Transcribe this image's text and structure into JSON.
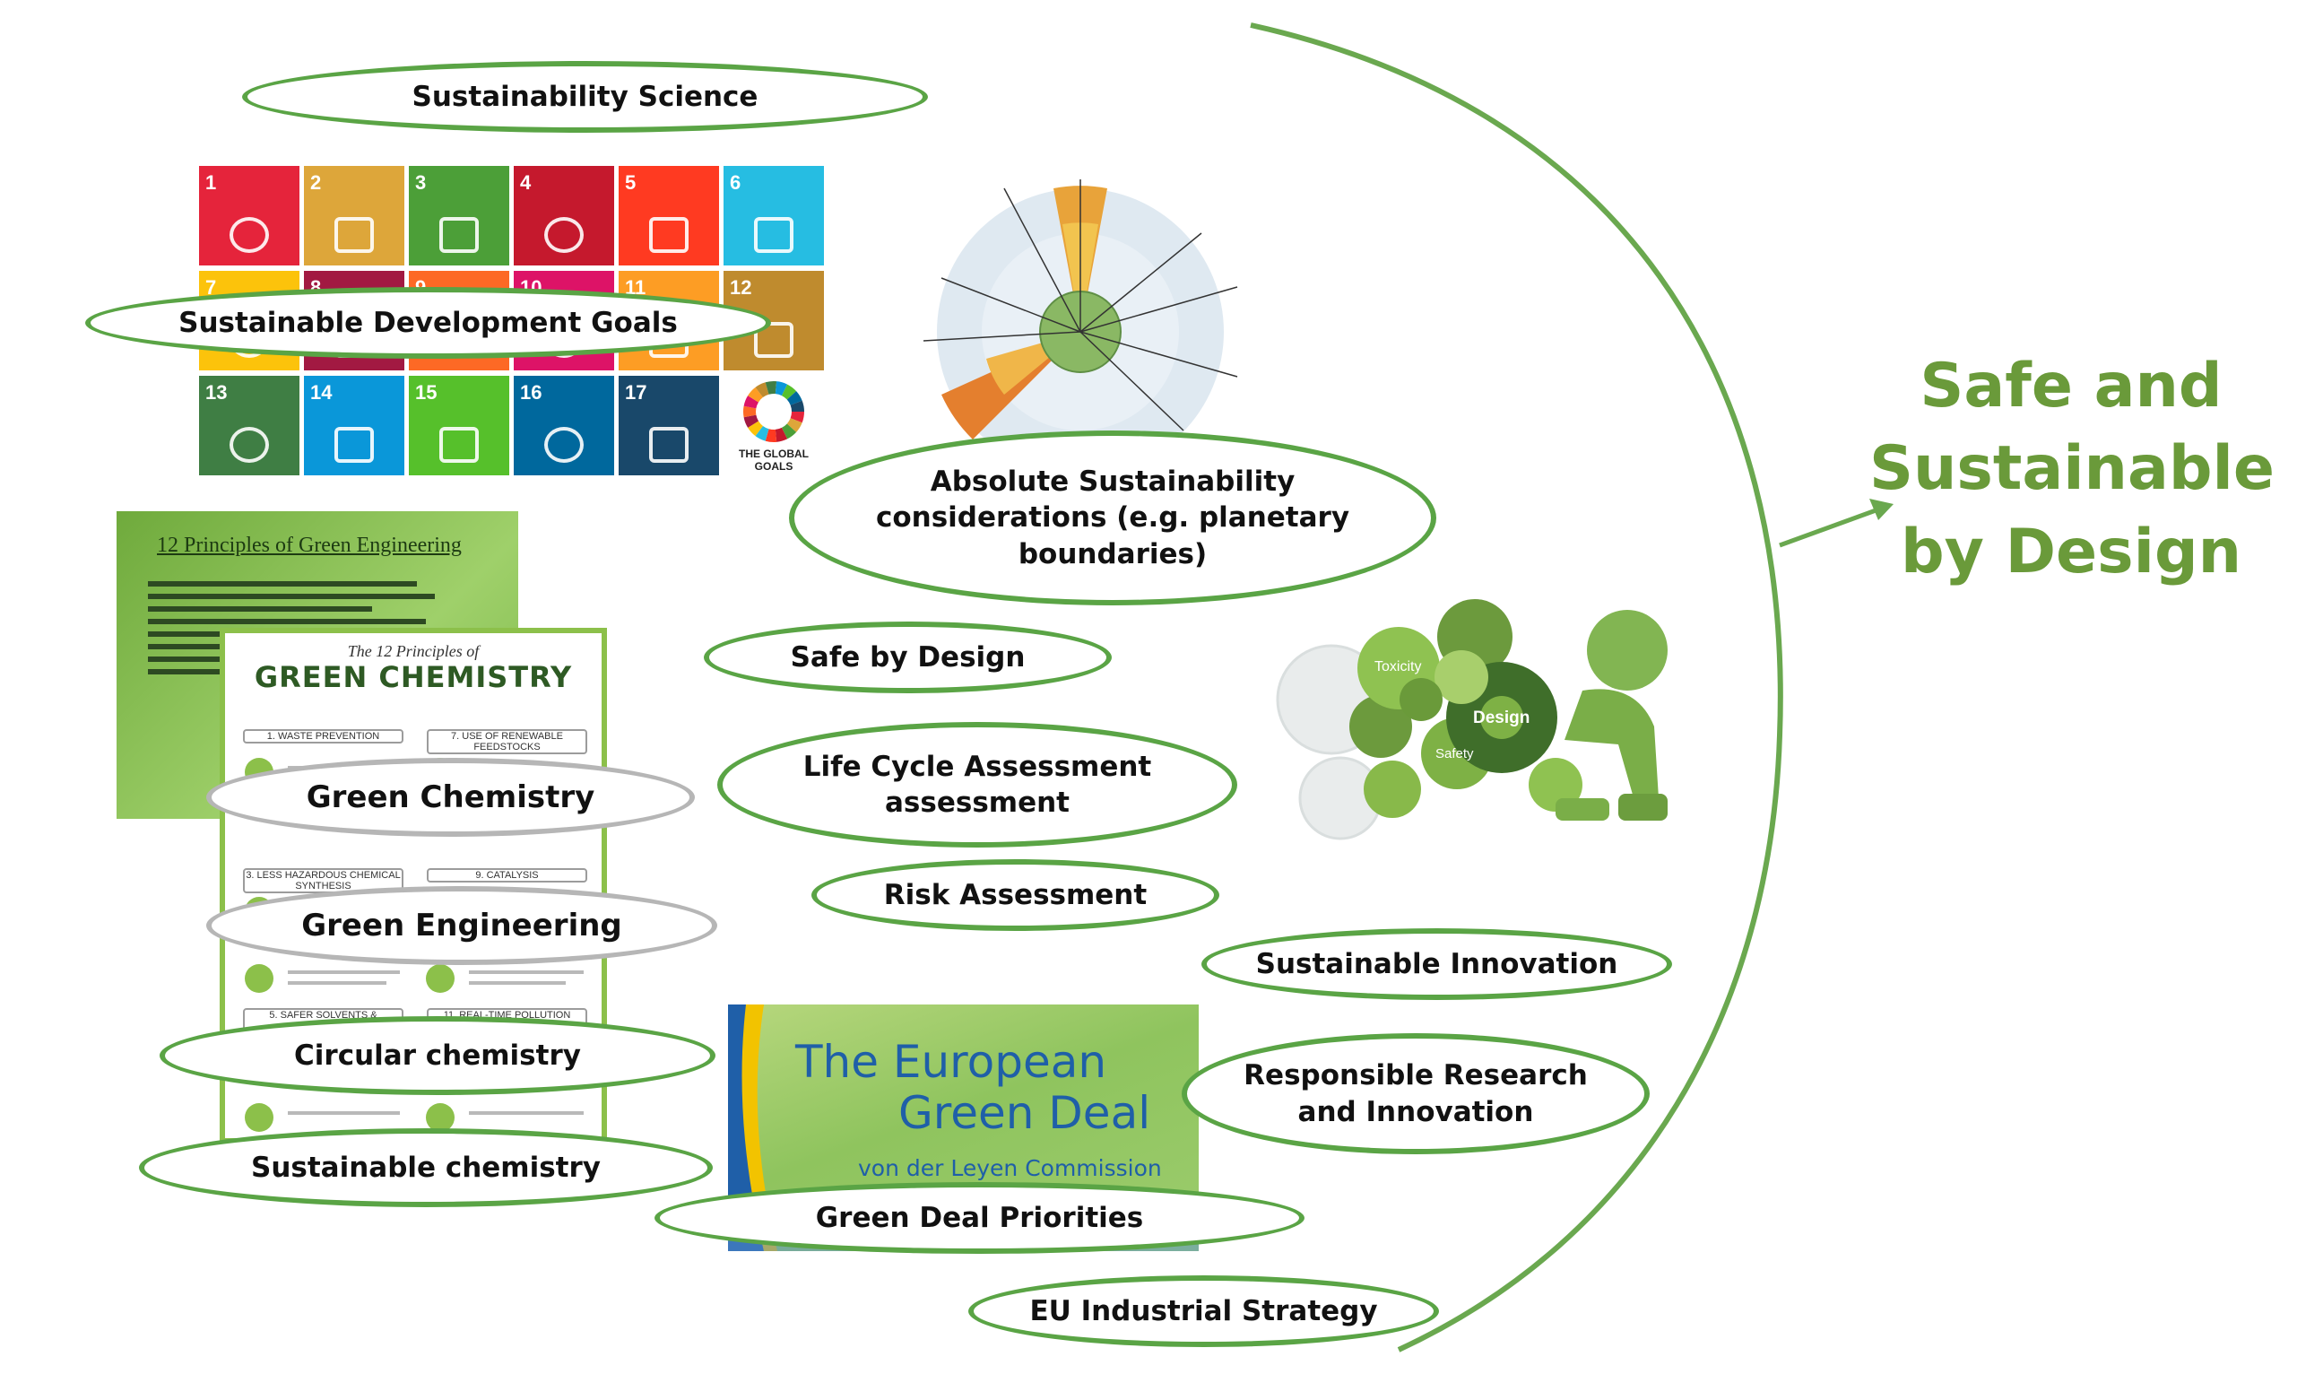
{
  "title": {
    "line1": "Safe and",
    "line2": "Sustainable",
    "line3": "by Design"
  },
  "ovals": {
    "sustainability_science": "Sustainability Science",
    "sdg": "Sustainable Development Goals",
    "absolute_sustainability": {
      "line1": "Absolute Sustainability",
      "line2": "considerations (e.g. planetary",
      "line3": "boundaries)"
    },
    "safe_by_design": "Safe by Design",
    "lca": {
      "line1": "Life Cycle Assessment",
      "line2": "assessment"
    },
    "risk_assessment": "Risk Assessment",
    "green_chemistry": "Green Chemistry",
    "green_engineering": "Green Engineering",
    "circular_chemistry": "Circular chemistry",
    "sustainable_chemistry": "Sustainable chemistry",
    "sustainable_innovation": "Sustainable Innovation",
    "rri": {
      "line1": "Responsible Research",
      "line2": "and Innovation"
    },
    "green_deal_priorities": "Green Deal Priorities",
    "eu_industrial_strategy": "EU Industrial Strategy"
  },
  "sdg_grid": {
    "tiles": [
      {
        "num": "1",
        "color": "#e5243b",
        "icon": "people-icon"
      },
      {
        "num": "2",
        "color": "#dda63a",
        "icon": "bowl-icon"
      },
      {
        "num": "3",
        "color": "#4c9f38",
        "icon": "heartbeat-icon"
      },
      {
        "num": "4",
        "color": "#c5192d",
        "icon": "book-icon"
      },
      {
        "num": "5",
        "color": "#ff3a21",
        "icon": "gender-icon"
      },
      {
        "num": "6",
        "color": "#26bde2",
        "icon": "water-drop-icon"
      },
      {
        "num": "7",
        "color": "#fcc30b",
        "icon": "sun-icon"
      },
      {
        "num": "8",
        "color": "#a21942",
        "icon": "growth-icon"
      },
      {
        "num": "9",
        "color": "#fd6925",
        "icon": "cubes-icon"
      },
      {
        "num": "10",
        "color": "#dd1367",
        "icon": "equality-icon"
      },
      {
        "num": "11",
        "color": "#fd9d24",
        "icon": "city-icon"
      },
      {
        "num": "12",
        "color": "#bf8b2e",
        "icon": "infinity-icon"
      },
      {
        "num": "13",
        "color": "#3f7e44",
        "icon": "eye-globe-icon"
      },
      {
        "num": "14",
        "color": "#0a97d9",
        "icon": "fish-icon"
      },
      {
        "num": "15",
        "color": "#56c02b",
        "icon": "tree-icon"
      },
      {
        "num": "16",
        "color": "#00689d",
        "icon": "dove-icon"
      },
      {
        "num": "17",
        "color": "#19486a",
        "icon": "rings-icon"
      }
    ],
    "goals_logo": "THE GLOBAL GOALS"
  },
  "green_engineering_slide": {
    "heading": "12 Principles of Green Engineering"
  },
  "green_chemistry_poster": {
    "overline": "The 12 Principles of",
    "heading": "GREEN CHEMISTRY",
    "sections": [
      "1. WASTE PREVENTION",
      "7. USE OF RENEWABLE FEEDSTOCKS",
      "3. LESS HAZARDOUS CHEMICAL SYNTHESIS",
      "9. CATALYSIS",
      "5. SAFER SOLVENTS & AUXILIARIES",
      "11. REAL-TIME POLLUTION PREVENTION"
    ]
  },
  "green_deal_image": {
    "line1": "The European",
    "line2": "Green Deal",
    "subtitle": "von der Leyen Commission"
  },
  "gears_image": {
    "label1": "Toxicity",
    "label2": "Design",
    "label3": "Safety"
  },
  "colors": {
    "oval_border": "#5aa445",
    "grey_border": "#b6b6b6",
    "title_color": "#6a9a3a",
    "arc_color": "#6aa84f"
  }
}
